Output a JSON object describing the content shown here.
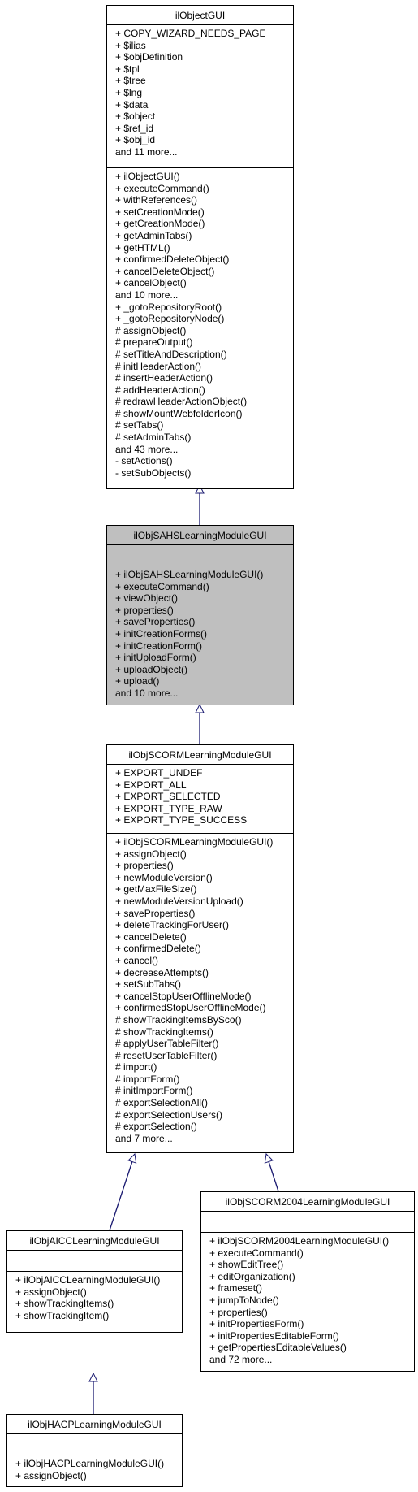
{
  "colors": {
    "edge": "#191970",
    "highlight": "#bfbfbf",
    "border": "#000000"
  },
  "classes": {
    "ilObjectGUI": {
      "name": "ilObjectGUI",
      "attributes": [
        "+ COPY_WIZARD_NEEDS_PAGE",
        "+ $ilias",
        "+ $objDefinition",
        "+ $tpl",
        "+ $tree",
        "+ $lng",
        "+ $data",
        "+ $object",
        "+ $ref_id",
        "+ $obj_id",
        "and 11 more..."
      ],
      "methods": [
        "+ ilObjectGUI()",
        "+ executeCommand()",
        "+ withReferences()",
        "+ setCreationMode()",
        "+ getCreationMode()",
        "+ getAdminTabs()",
        "+ getHTML()",
        "+ confirmedDeleteObject()",
        "+ cancelDeleteObject()",
        "+ cancelObject()",
        "and 10 more...",
        "+ _gotoRepositoryRoot()",
        "+ _gotoRepositoryNode()",
        "# assignObject()",
        "# prepareOutput()",
        "# setTitleAndDescription()",
        "# initHeaderAction()",
        "# insertHeaderAction()",
        "# addHeaderAction()",
        "# redrawHeaderActionObject()",
        "# showMountWebfolderIcon()",
        "# setTabs()",
        "# setAdminTabs()",
        "and 43 more...",
        "- setActions()",
        "- setSubObjects()"
      ]
    },
    "ilObjSAHSLearningModuleGUI": {
      "name": "ilObjSAHSLearningModuleGUI",
      "attributes": [],
      "methods": [
        "+ ilObjSAHSLearningModuleGUI()",
        "+ executeCommand()",
        "+ viewObject()",
        "+ properties()",
        "+ saveProperties()",
        "+ initCreationForms()",
        "+ initCreationForm()",
        "+ initUploadForm()",
        "+ uploadObject()",
        "+ upload()",
        "and 10 more..."
      ]
    },
    "ilObjSCORMLearningModuleGUI": {
      "name": "ilObjSCORMLearningModuleGUI",
      "attributes": [
        "+ EXPORT_UNDEF",
        "+ EXPORT_ALL",
        "+ EXPORT_SELECTED",
        "+ EXPORT_TYPE_RAW",
        "+ EXPORT_TYPE_SUCCESS"
      ],
      "methods": [
        "+ ilObjSCORMLearningModuleGUI()",
        "+ assignObject()",
        "+ properties()",
        "+ newModuleVersion()",
        "+ getMaxFileSize()",
        "+ newModuleVersionUpload()",
        "+ saveProperties()",
        "+ deleteTrackingForUser()",
        "+ cancelDelete()",
        "+ confirmedDelete()",
        "+ cancel()",
        "+ decreaseAttempts()",
        "+ setSubTabs()",
        "+ cancelStopUserOfflineMode()",
        "+ confirmedStopUserOfflineMode()",
        "# showTrackingItemsBySco()",
        "# showTrackingItems()",
        "# applyUserTableFilter()",
        "# resetUserTableFilter()",
        "# import()",
        "# importForm()",
        "# initImportForm()",
        "# exportSelectionAll()",
        "# exportSelectionUsers()",
        "# exportSelection()",
        "and 7 more..."
      ]
    },
    "ilObjAICCLearningModuleGUI": {
      "name": "ilObjAICCLearningModuleGUI",
      "attributes": [],
      "methods": [
        "+ ilObjAICCLearningModuleGUI()",
        "+ assignObject()",
        "+ showTrackingItems()",
        "+ showTrackingItem()"
      ]
    },
    "ilObjSCORM2004LearningModuleGUI": {
      "name": "ilObjSCORM2004LearningModuleGUI",
      "attributes": [],
      "methods": [
        "+ ilObjSCORM2004LearningModuleGUI()",
        "+ executeCommand()",
        "+ showEditTree()",
        "+ editOrganization()",
        "+ frameset()",
        "+ jumpToNode()",
        "+ properties()",
        "+ initPropertiesForm()",
        "+ initPropertiesEditableForm()",
        "+ getPropertiesEditableValues()",
        "and 72 more..."
      ]
    },
    "ilObjHACPLearningModuleGUI": {
      "name": "ilObjHACPLearningModuleGUI",
      "attributes": [],
      "methods": [
        "+ ilObjHACPLearningModuleGUI()",
        "+ assignObject()"
      ]
    }
  }
}
